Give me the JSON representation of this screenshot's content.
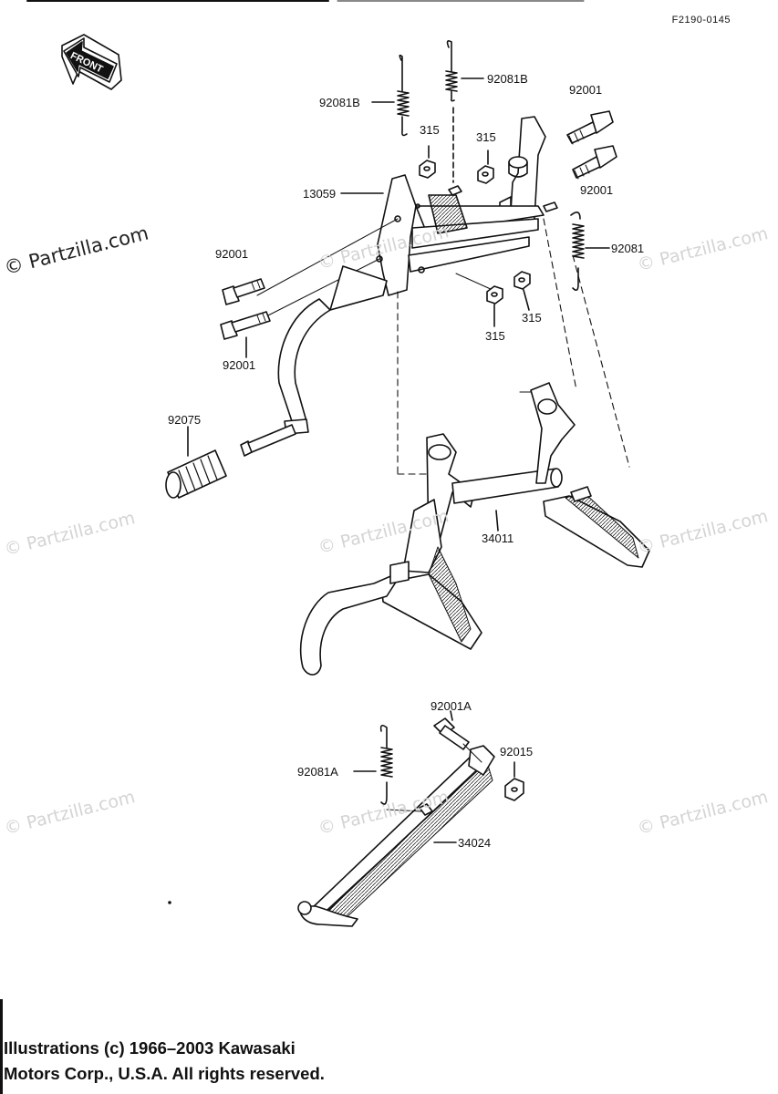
{
  "figure_id": "F2190-0145",
  "front_badge": "FRONT",
  "watermarks": {
    "main": "© Partzilla.com",
    "faded": "© Partzilla.com"
  },
  "callouts": {
    "spring_b_left": "92081B",
    "spring_b_right": "92081B",
    "bolt_top_right_1": "92001",
    "bolt_top_right_2": "92001",
    "nut_top_left": "315",
    "nut_top_right": "315",
    "bracket": "13059",
    "bolt_left_1": "92001",
    "bolt_left_2": "92001",
    "spring_right": "92081",
    "nut_mid_right": "315",
    "nut_mid_left": "315",
    "pedal_rubber": "92075",
    "main_stand": "34011",
    "bolt_side": "92001A",
    "nut_side": "92015",
    "spring_side": "92081A",
    "side_stand": "34024"
  },
  "copyright_lines": [
    "Illustrations (c) 1966–2003 Kawasaki",
    "Motors Corp., U.S.A.  All rights reserved."
  ]
}
